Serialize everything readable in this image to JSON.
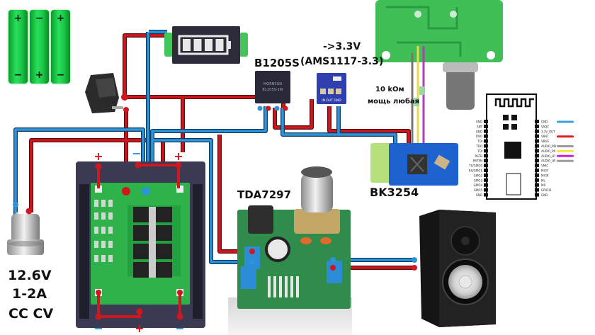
{
  "labels": {
    "b1205s": "B1205S",
    "ams_line1": "->3.3V",
    "ams_line2": "(AMS1117-3.3)",
    "resistor_line1": "10 kOм",
    "resistor_line2": "мощь любая",
    "bk3254": "BK3254",
    "tda7297": "TDA7297",
    "charger_line1": "12.6V",
    "charger_line2": "1-2A",
    "charger_line3": "CC CV"
  },
  "battery_cells": [
    {
      "top": "+",
      "bottom": "−"
    },
    {
      "top": "−",
      "bottom": "+"
    },
    {
      "top": "+",
      "bottom": "−"
    }
  ],
  "battery_indicator": {
    "bars": 4,
    "charge_fraction": 1.0
  },
  "bms_terminals": {
    "top_left": "+",
    "top_mid": "−",
    "top_right": "+",
    "bottom_left": "−",
    "bottom_mid": "+",
    "bottom_right": "−"
  },
  "pinout": {
    "left_pins": [
      "GND",
      "ANT",
      "GND",
      "TWO",
      "TDI",
      "TDO",
      "TDI",
      "RSTB",
      "RSTEN",
      "TX/GPIO0",
      "RX/GPIO1",
      "GPIO2",
      "GPIO3",
      "GPIO4",
      "GPIO5",
      "GND"
    ],
    "right_pins": [
      {
        "name": "GND",
        "wire": "#3aa0e0"
      },
      {
        "name": "VADC",
        "wire": ""
      },
      {
        "name": "3.3V_OUT",
        "wire": ""
      },
      {
        "name": "VBAT",
        "wire": "#e01b1b"
      },
      {
        "name": "VBUS",
        "wire": ""
      },
      {
        "name": "AUDIO_RN",
        "wire": "#9a9a9a"
      },
      {
        "name": "AUDIO_RP",
        "wire": "#f5e742"
      },
      {
        "name": "AUDIO_LP",
        "wire": "#d21fd0"
      },
      {
        "name": "AUDIO_LN",
        "wire": "#9a9a9a"
      },
      {
        "name": "VMIC",
        "wire": ""
      },
      {
        "name": "MICP",
        "wire": ""
      },
      {
        "name": "MICN",
        "wire": ""
      },
      {
        "name": "ML",
        "wire": ""
      },
      {
        "name": "MR",
        "wire": ""
      },
      {
        "name": "GPIO11",
        "wire": ""
      },
      {
        "name": "GND",
        "wire": ""
      }
    ]
  },
  "colors": {
    "wire_positive": "#c8141c",
    "wire_negative": "#1e7fc4",
    "pcb_green": "#2fb24a",
    "bt_blue": "#1b5fc9"
  }
}
